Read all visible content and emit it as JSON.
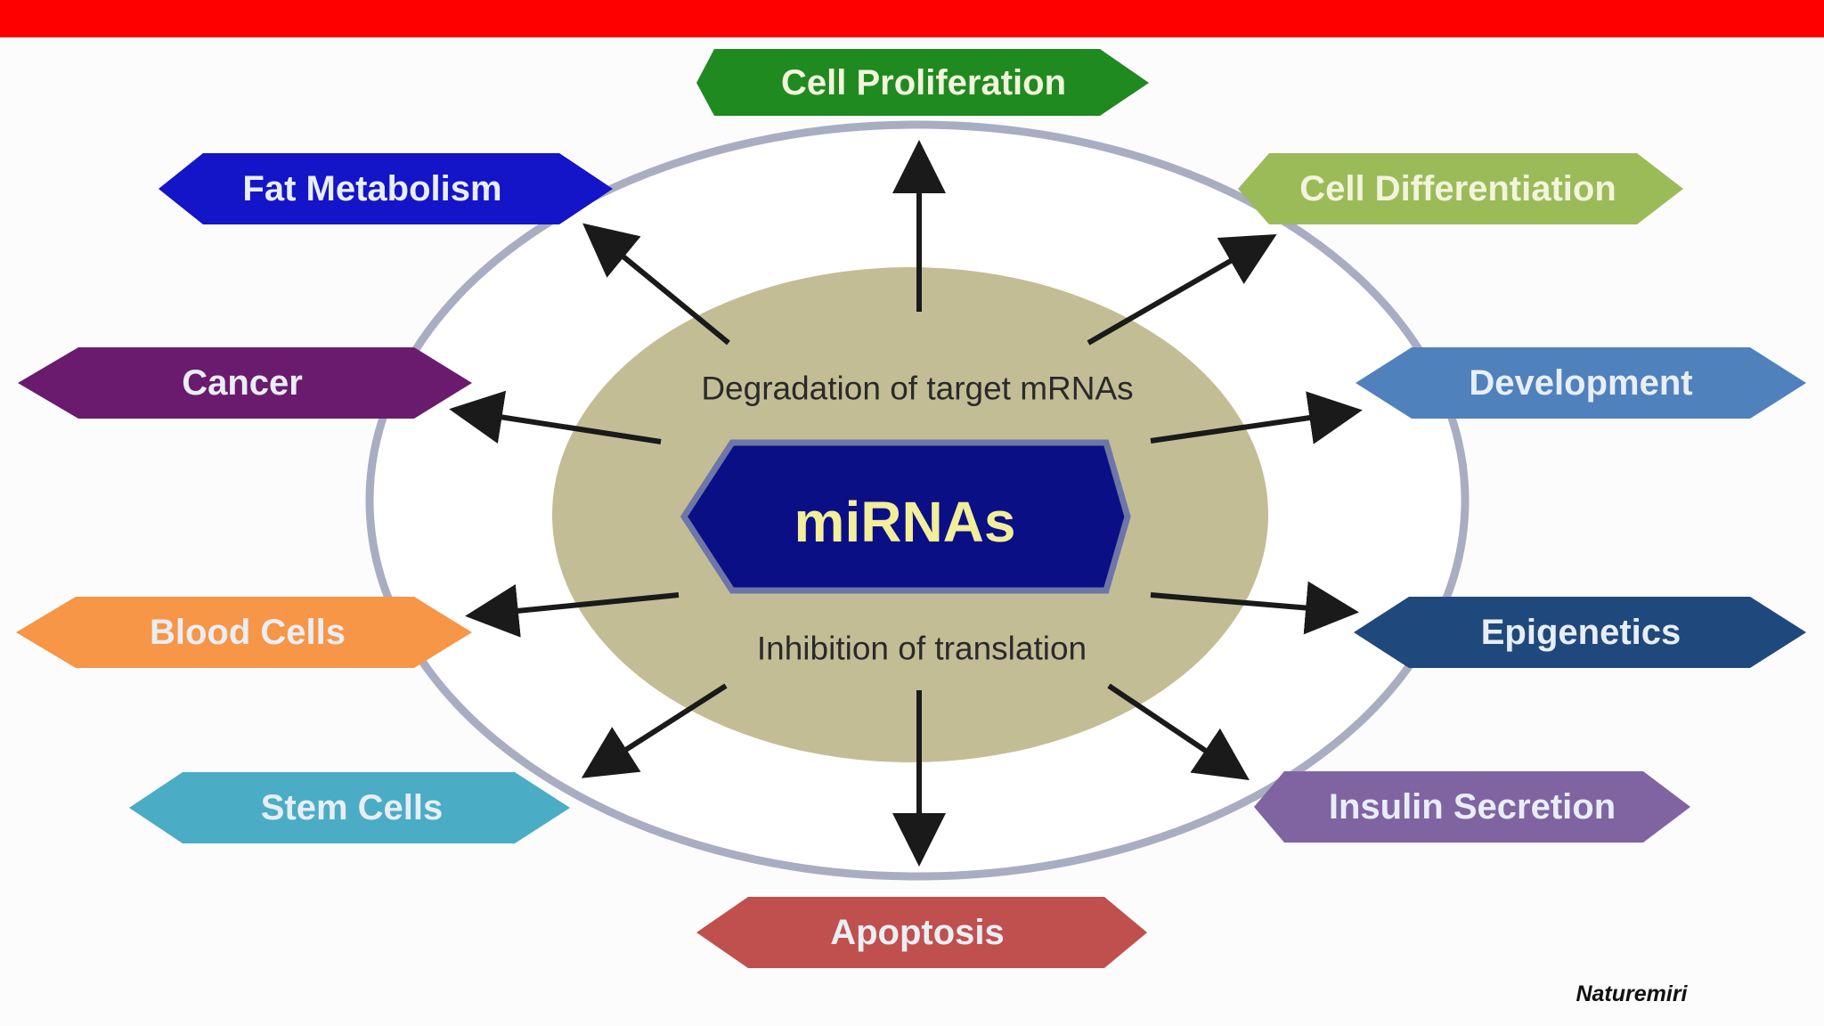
{
  "colors": {
    "top_bar": "#ff0000",
    "ring": "#a9adc2",
    "inner_disc": "#c3bd96",
    "center_hex": "#0b0f86",
    "arrow": "#1a1a1a"
  },
  "center": {
    "label": "miRNAs"
  },
  "mechanisms": {
    "top": "Degradation of target mRNAs",
    "bottom": "Inhibition of translation"
  },
  "outcomes": [
    {
      "id": "cell-proliferation",
      "label": "Cell Proliferation",
      "color": "#1f8a1f"
    },
    {
      "id": "cell-differentiation",
      "label": "Cell Differentiation",
      "color": "#9bbb59"
    },
    {
      "id": "development",
      "label": "Development",
      "color": "#4f81bd"
    },
    {
      "id": "epigenetics",
      "label": "Epigenetics",
      "color": "#1f497d"
    },
    {
      "id": "insulin-secretion",
      "label": "Insulin Secretion",
      "color": "#8064a2"
    },
    {
      "id": "apoptosis",
      "label": "Apoptosis",
      "color": "#c0504d"
    },
    {
      "id": "stem-cells",
      "label": "Stem Cells",
      "color": "#4bacc6"
    },
    {
      "id": "blood-cells",
      "label": "Blood Cells",
      "color": "#f79646"
    },
    {
      "id": "cancer",
      "label": "Cancer",
      "color": "#6a1b6e"
    },
    {
      "id": "fat-metabolism",
      "label": "Fat Metabolism",
      "color": "#1414c8"
    }
  ],
  "credit": "Naturemiri"
}
